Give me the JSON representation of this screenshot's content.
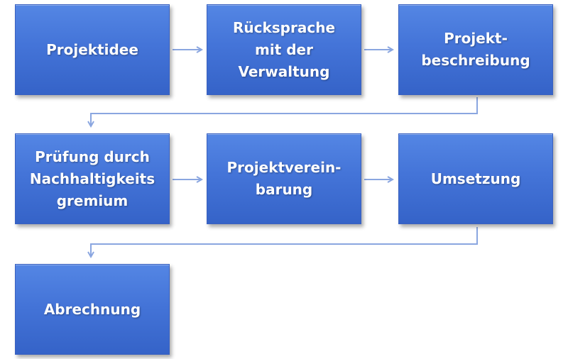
{
  "diagram": {
    "steps": [
      {
        "label": "Projektidee"
      },
      {
        "label": "Rücksprache\nmit der\nVerwaltung"
      },
      {
        "label": "Projekt-\nbeschreibung"
      },
      {
        "label": "Prüfung durch\nNachhaltigkeits\ngremium"
      },
      {
        "label": "Projektverein-\nbarung"
      },
      {
        "label": "Umsetzung"
      },
      {
        "label": "Abrechnung"
      }
    ],
    "colors": {
      "box_fill": "#4474d8",
      "box_border": "#3a61c0",
      "arrow": "#8aa6e0",
      "text": "#ffffff"
    }
  }
}
